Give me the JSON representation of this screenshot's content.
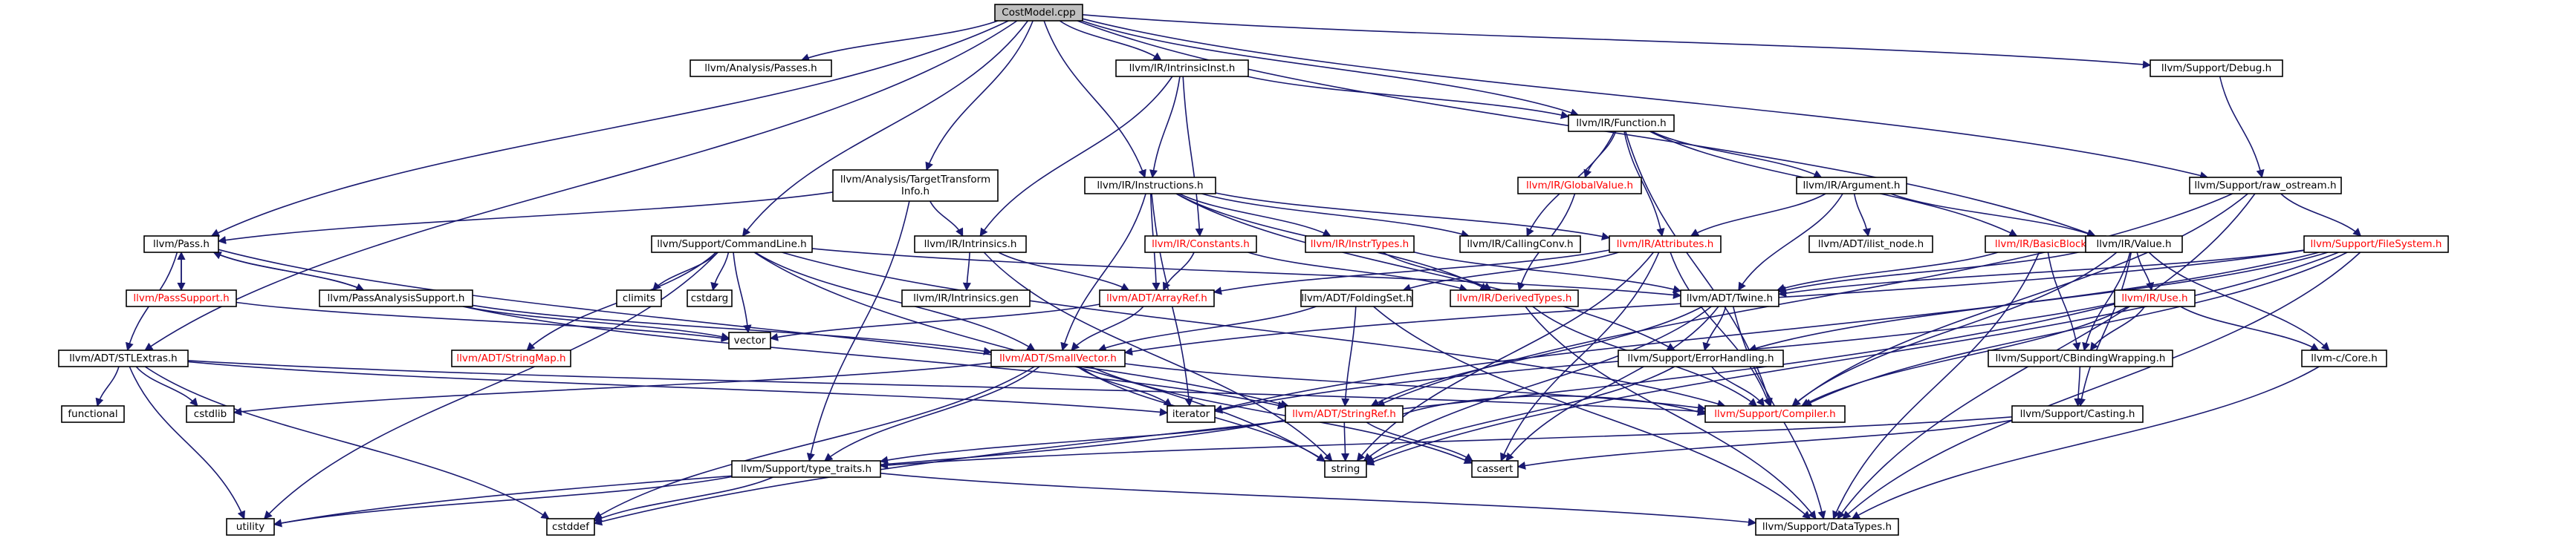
{
  "graph": {
    "colors": {
      "edge": "#191970",
      "root_fill": "#bfbfbf",
      "normal_border": "#000000",
      "linked_text": "#ff0000",
      "system_text": "#000000",
      "system_border": "#bfbfbf"
    },
    "nodes": [
      {
        "id": "costmodel",
        "label": "CostModel.cpp",
        "kind": "root"
      },
      {
        "id": "passes",
        "label": "llvm/Analysis/Passes.h",
        "kind": "normal"
      },
      {
        "id": "intrinsicinst",
        "label": "llvm/IR/IntrinsicInst.h",
        "kind": "normal"
      },
      {
        "id": "debug",
        "label": "llvm/Support/Debug.h",
        "kind": "normal"
      },
      {
        "id": "function",
        "label": "llvm/IR/Function.h",
        "kind": "normal"
      },
      {
        "id": "raw_ostream",
        "label": "llvm/Support/raw_ostream.h",
        "kind": "normal"
      },
      {
        "id": "tti",
        "label": "llvm/Analysis/TargetTransform\nInfo.h",
        "kind": "normal"
      },
      {
        "id": "instructions",
        "label": "llvm/IR/Instructions.h",
        "kind": "normal"
      },
      {
        "id": "globalvalue",
        "label": "llvm/IR/GlobalValue.h",
        "kind": "linked"
      },
      {
        "id": "argument",
        "label": "llvm/IR/Argument.h",
        "kind": "normal"
      },
      {
        "id": "pass",
        "label": "llvm/Pass.h",
        "kind": "normal"
      },
      {
        "id": "commandline",
        "label": "llvm/Support/CommandLine.h",
        "kind": "normal"
      },
      {
        "id": "intrinsics",
        "label": "llvm/IR/Intrinsics.h",
        "kind": "normal"
      },
      {
        "id": "constants",
        "label": "llvm/IR/Constants.h",
        "kind": "linked"
      },
      {
        "id": "instrtypes",
        "label": "llvm/IR/InstrTypes.h",
        "kind": "linked"
      },
      {
        "id": "callingconv",
        "label": "llvm/IR/CallingConv.h",
        "kind": "normal"
      },
      {
        "id": "attributes",
        "label": "llvm/IR/Attributes.h",
        "kind": "linked"
      },
      {
        "id": "ilist_node",
        "label": "llvm/ADT/ilist_node.h",
        "kind": "normal"
      },
      {
        "id": "basicblock",
        "label": "llvm/IR/BasicBlock.h",
        "kind": "linked"
      },
      {
        "id": "value",
        "label": "llvm/IR/Value.h",
        "kind": "normal"
      },
      {
        "id": "filesystem",
        "label": "llvm/Support/FileSystem.h",
        "kind": "linked"
      },
      {
        "id": "passsupport",
        "label": "llvm/PassSupport.h",
        "kind": "linked"
      },
      {
        "id": "passanalysis",
        "label": "llvm/PassAnalysisSupport.h",
        "kind": "normal"
      },
      {
        "id": "climits",
        "label": "climits",
        "kind": "system"
      },
      {
        "id": "cstdarg",
        "label": "cstdarg",
        "kind": "system"
      },
      {
        "id": "intrinsicsgen",
        "label": "llvm/IR/Intrinsics.gen",
        "kind": "system"
      },
      {
        "id": "arrayref",
        "label": "llvm/ADT/ArrayRef.h",
        "kind": "linked"
      },
      {
        "id": "foldingset",
        "label": "llvm/ADT/FoldingSet.h",
        "kind": "normal"
      },
      {
        "id": "derivedtypes",
        "label": "llvm/IR/DerivedTypes.h",
        "kind": "linked"
      },
      {
        "id": "twine",
        "label": "llvm/ADT/Twine.h",
        "kind": "normal"
      },
      {
        "id": "use",
        "label": "llvm/IR/Use.h",
        "kind": "linked"
      },
      {
        "id": "vector",
        "label": "vector",
        "kind": "system"
      },
      {
        "id": "stlextras",
        "label": "llvm/ADT/STLExtras.h",
        "kind": "normal"
      },
      {
        "id": "stringmap",
        "label": "llvm/ADT/StringMap.h",
        "kind": "linked"
      },
      {
        "id": "smallvector",
        "label": "llvm/ADT/SmallVector.h",
        "kind": "linked"
      },
      {
        "id": "errorhandling",
        "label": "llvm/Support/ErrorHandling.h",
        "kind": "normal"
      },
      {
        "id": "cbinding",
        "label": "llvm/Support/CBindingWrapping.h",
        "kind": "normal"
      },
      {
        "id": "llvmc_core",
        "label": "llvm-c/Core.h",
        "kind": "normal"
      },
      {
        "id": "cstdlib",
        "label": "cstdlib",
        "kind": "system"
      },
      {
        "id": "functional",
        "label": "functional",
        "kind": "system"
      },
      {
        "id": "iterator",
        "label": "iterator",
        "kind": "system"
      },
      {
        "id": "stringref",
        "label": "llvm/ADT/StringRef.h",
        "kind": "linked"
      },
      {
        "id": "compiler",
        "label": "llvm/Support/Compiler.h",
        "kind": "linked"
      },
      {
        "id": "casting",
        "label": "llvm/Support/Casting.h",
        "kind": "normal"
      },
      {
        "id": "type_traits",
        "label": "llvm/Support/type_traits.h",
        "kind": "normal"
      },
      {
        "id": "string",
        "label": "string",
        "kind": "system"
      },
      {
        "id": "cassert",
        "label": "cassert",
        "kind": "system"
      },
      {
        "id": "utility",
        "label": "utility",
        "kind": "system"
      },
      {
        "id": "cstddef",
        "label": "cstddef",
        "kind": "system"
      },
      {
        "id": "datatypes",
        "label": "llvm/Support/DataTypes.h",
        "kind": "system"
      }
    ],
    "edges": [
      [
        "costmodel",
        "passes"
      ],
      [
        "costmodel",
        "intrinsicinst"
      ],
      [
        "costmodel",
        "debug"
      ],
      [
        "costmodel",
        "function"
      ],
      [
        "costmodel",
        "raw_ostream"
      ],
      [
        "costmodel",
        "tti"
      ],
      [
        "costmodel",
        "instructions"
      ],
      [
        "costmodel",
        "commandline"
      ],
      [
        "costmodel",
        "pass"
      ],
      [
        "costmodel",
        "stlextras"
      ],
      [
        "costmodel",
        "value"
      ],
      [
        "intrinsicinst",
        "function"
      ],
      [
        "intrinsicinst",
        "instructions"
      ],
      [
        "intrinsicinst",
        "intrinsics"
      ],
      [
        "intrinsicinst",
        "constants"
      ],
      [
        "debug",
        "raw_ostream"
      ],
      [
        "function",
        "globalvalue"
      ],
      [
        "function",
        "argument"
      ],
      [
        "function",
        "basicblock"
      ],
      [
        "function",
        "callingconv"
      ],
      [
        "function",
        "attributes"
      ],
      [
        "function",
        "compiler"
      ],
      [
        "raw_ostream",
        "filesystem"
      ],
      [
        "raw_ostream",
        "compiler"
      ],
      [
        "raw_ostream",
        "datatypes"
      ],
      [
        "raw_ostream",
        "stringref"
      ],
      [
        "tti",
        "pass"
      ],
      [
        "tti",
        "intrinsics"
      ],
      [
        "tti",
        "type_traits"
      ],
      [
        "instructions",
        "arrayref"
      ],
      [
        "instructions",
        "smallvector"
      ],
      [
        "instructions",
        "attributes"
      ],
      [
        "instructions",
        "callingconv"
      ],
      [
        "instructions",
        "derivedtypes"
      ],
      [
        "instructions",
        "instrtypes"
      ],
      [
        "instructions",
        "errorhandling"
      ],
      [
        "instructions",
        "iterator"
      ],
      [
        "globalvalue",
        "derivedtypes"
      ],
      [
        "argument",
        "attributes"
      ],
      [
        "argument",
        "twine"
      ],
      [
        "argument",
        "ilist_node"
      ],
      [
        "argument",
        "value"
      ],
      [
        "pass",
        "passsupport"
      ],
      [
        "pass",
        "passanalysis"
      ],
      [
        "pass",
        "stringref"
      ],
      [
        "pass",
        "stlextras"
      ],
      [
        "commandline",
        "vector"
      ],
      [
        "commandline",
        "twine"
      ],
      [
        "commandline",
        "climits"
      ],
      [
        "commandline",
        "cstdarg"
      ],
      [
        "commandline",
        "smallvector"
      ],
      [
        "commandline",
        "stringmap"
      ],
      [
        "commandline",
        "compiler"
      ],
      [
        "commandline",
        "utility"
      ],
      [
        "commandline",
        "string"
      ],
      [
        "intrinsics",
        "arrayref"
      ],
      [
        "intrinsics",
        "intrinsicsgen"
      ],
      [
        "intrinsics",
        "string"
      ],
      [
        "constants",
        "arrayref"
      ],
      [
        "constants",
        "derivedtypes"
      ],
      [
        "instrtypes",
        "derivedtypes"
      ],
      [
        "instrtypes",
        "twine"
      ],
      [
        "attributes",
        "arrayref"
      ],
      [
        "attributes",
        "foldingset"
      ],
      [
        "attributes",
        "compiler"
      ],
      [
        "attributes",
        "string"
      ],
      [
        "attributes",
        "cassert"
      ],
      [
        "basicblock",
        "twine"
      ],
      [
        "basicblock",
        "cbinding"
      ],
      [
        "basicblock",
        "datatypes"
      ],
      [
        "value",
        "twine"
      ],
      [
        "value",
        "use"
      ],
      [
        "value",
        "cbinding"
      ],
      [
        "value",
        "llvmc_core"
      ],
      [
        "value",
        "compiler"
      ],
      [
        "value",
        "casting"
      ],
      [
        "filesystem",
        "twine"
      ],
      [
        "filesystem",
        "smallvector"
      ],
      [
        "filesystem",
        "errorhandling"
      ],
      [
        "filesystem",
        "compiler"
      ],
      [
        "filesystem",
        "datatypes"
      ],
      [
        "filesystem",
        "iterator"
      ],
      [
        "filesystem",
        "string"
      ],
      [
        "passsupport",
        "pass"
      ],
      [
        "passsupport",
        "vector"
      ],
      [
        "passanalysis",
        "pass"
      ],
      [
        "passanalysis",
        "vector"
      ],
      [
        "passanalysis",
        "smallvector"
      ],
      [
        "passanalysis",
        "stringref"
      ],
      [
        "arrayref",
        "vector"
      ],
      [
        "arrayref",
        "smallvector"
      ],
      [
        "foldingset",
        "smallvector"
      ],
      [
        "foldingset",
        "stringref"
      ],
      [
        "foldingset",
        "datatypes"
      ],
      [
        "derivedtypes",
        "compiler"
      ],
      [
        "derivedtypes",
        "datatypes"
      ],
      [
        "twine",
        "stringref"
      ],
      [
        "twine",
        "errorhandling"
      ],
      [
        "twine",
        "cassert"
      ],
      [
        "twine",
        "string"
      ],
      [
        "twine",
        "datatypes"
      ],
      [
        "use",
        "compiler"
      ],
      [
        "use",
        "cbinding"
      ],
      [
        "use",
        "llvmc_core"
      ],
      [
        "use",
        "iterator"
      ],
      [
        "use",
        "cstddef"
      ],
      [
        "stlextras",
        "compiler"
      ],
      [
        "stlextras",
        "cstdlib"
      ],
      [
        "stlextras",
        "functional"
      ],
      [
        "stlextras",
        "iterator"
      ],
      [
        "stlextras",
        "utility"
      ],
      [
        "stlextras",
        "cstddef"
      ],
      [
        "smallvector",
        "compiler"
      ],
      [
        "smallvector",
        "type_traits"
      ],
      [
        "smallvector",
        "cstdlib"
      ],
      [
        "smallvector",
        "iterator"
      ],
      [
        "smallvector",
        "cassert"
      ],
      [
        "smallvector",
        "cstddef"
      ],
      [
        "smallvector",
        "string"
      ],
      [
        "errorhandling",
        "compiler"
      ],
      [
        "errorhandling",
        "string"
      ],
      [
        "cbinding",
        "casting"
      ],
      [
        "llvmc_core",
        "datatypes"
      ],
      [
        "stringref",
        "type_traits"
      ],
      [
        "stringref",
        "compiler"
      ],
      [
        "stringref",
        "cassert"
      ],
      [
        "stringref",
        "string"
      ],
      [
        "stringref",
        "utility"
      ],
      [
        "casting",
        "type_traits"
      ],
      [
        "casting",
        "cassert"
      ],
      [
        "type_traits",
        "utility"
      ],
      [
        "type_traits",
        "cstddef"
      ],
      [
        "type_traits",
        "datatypes"
      ]
    ]
  }
}
